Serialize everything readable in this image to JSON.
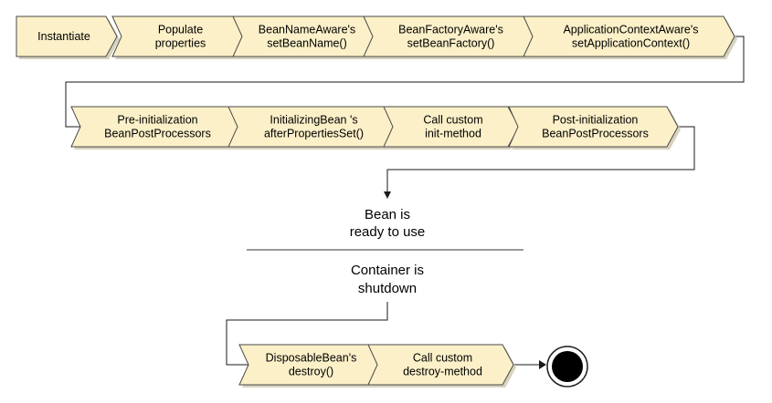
{
  "row1": [
    {
      "lines": [
        "Instantiate"
      ]
    },
    {
      "lines": [
        "Populate",
        "properties"
      ]
    },
    {
      "lines": [
        "BeanNameAware's",
        "setBeanName()"
      ]
    },
    {
      "lines": [
        "BeanFactoryAware's",
        "setBeanFactory()"
      ]
    },
    {
      "lines": [
        "ApplicationContextAware's",
        "setApplicationContext()"
      ]
    }
  ],
  "row2": [
    {
      "lines": [
        "Pre-initialization",
        "BeanPostProcessors"
      ]
    },
    {
      "lines": [
        "InitializingBean  's",
        "afterPropertiesSet()"
      ]
    },
    {
      "lines": [
        "Call custom",
        "init-method"
      ]
    },
    {
      "lines": [
        "Post-initialization",
        "BeanPostProcessors"
      ]
    }
  ],
  "ready": {
    "line1": "Bean is",
    "line2": "ready to use"
  },
  "shutdown": {
    "line1": "Container is",
    "line2": "shutdown"
  },
  "row3": [
    {
      "lines": [
        "DisposableBean's",
        "destroy()"
      ]
    },
    {
      "lines": [
        "Call custom",
        "destroy-method"
      ]
    }
  ]
}
